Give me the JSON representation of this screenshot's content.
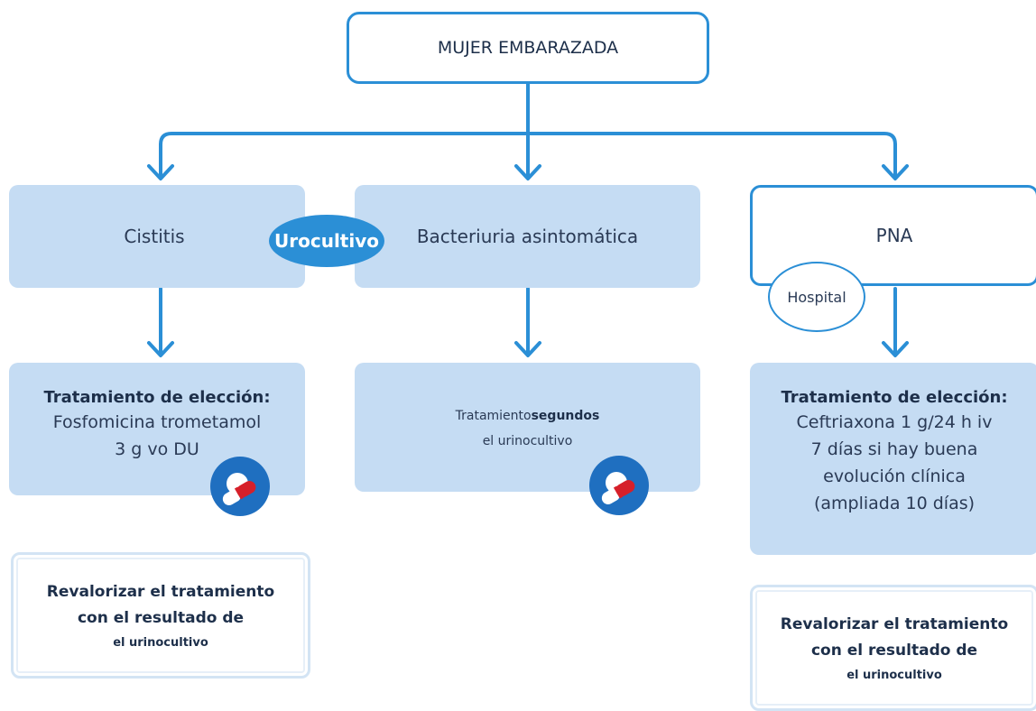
{
  "diagram": {
    "root": "MUJER EMBARAZADA",
    "branches": {
      "cistitis": "Cistitis",
      "bacteriuria": "Bacteriuria asintomática",
      "pna": "PNA"
    },
    "urocultivo": "Urocultivo",
    "hospital": "Hospital",
    "treatments": {
      "left": {
        "title": "Tratamiento de elección:",
        "line1": "Fosfomicina trometamol",
        "line2": "3 g vo DU"
      },
      "middle": {
        "prefix": "Tratamiento",
        "bold": "segundos",
        "line2": "el urinocultivo"
      },
      "right": {
        "title": "Tratamiento de elección:",
        "line1": "Ceftriaxona 1 g/24 h iv",
        "line2": "7 días si hay buena",
        "line3": "evolución clínica",
        "line4": "(ampliada 10 días)"
      }
    },
    "reval": {
      "line1": "Revalorizar el tratamiento",
      "line2": "con el resultado de",
      "line3": "el urinocultivo"
    },
    "colors": {
      "accent": "#2b8fd6",
      "box_fill": "#c5dcf3",
      "pill_red": "#d6202a"
    },
    "icons": [
      "pill-icon",
      "pill-icon"
    ]
  }
}
